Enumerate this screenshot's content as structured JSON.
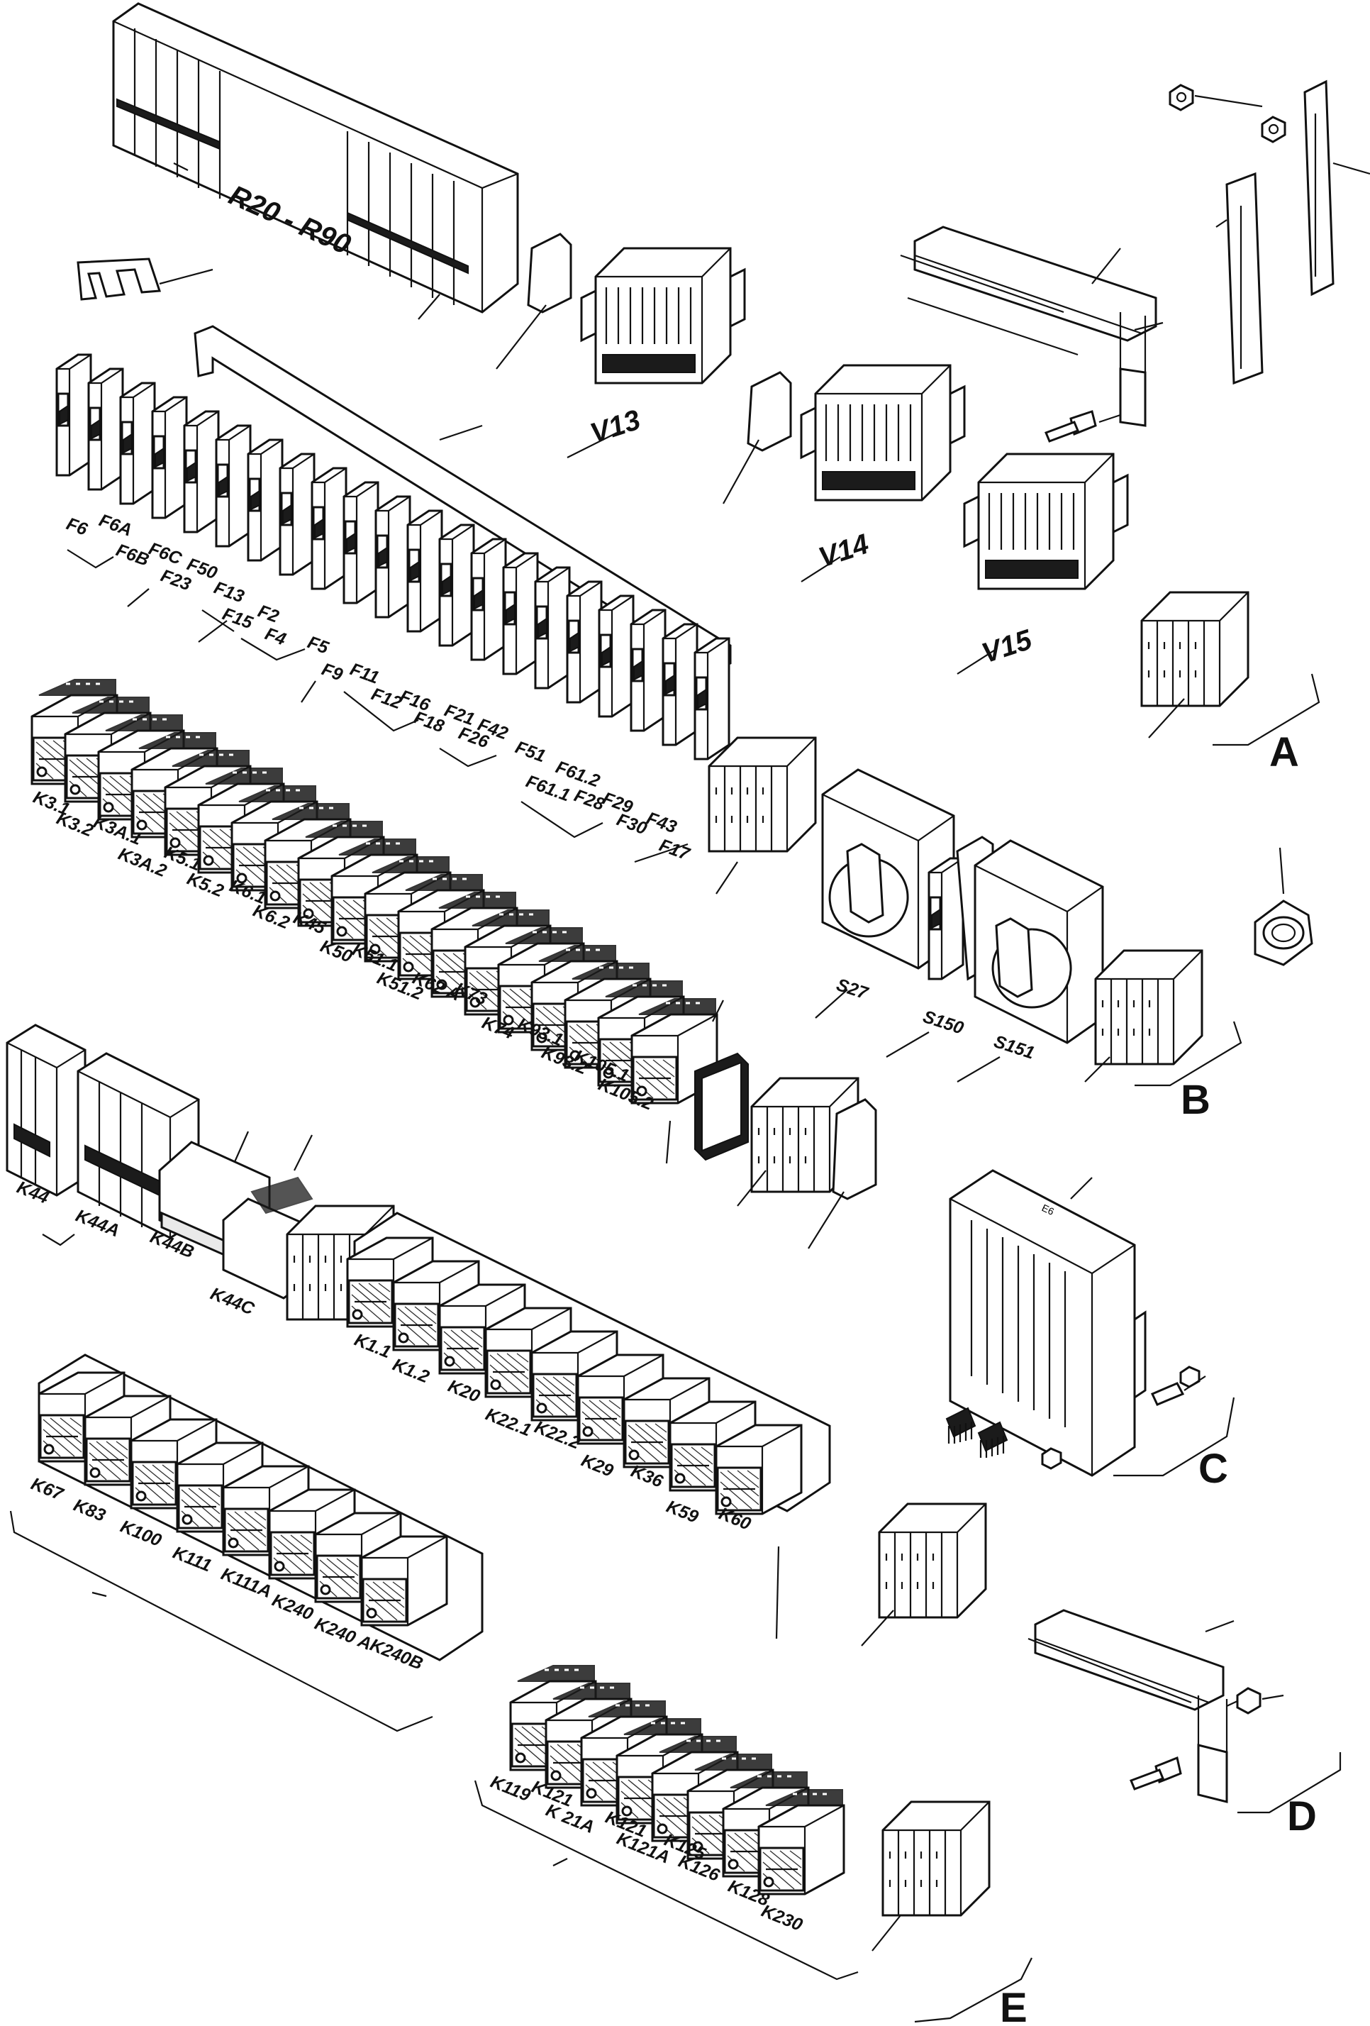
{
  "assembly_labels": {
    "a": "A",
    "b": "B",
    "c": "C",
    "d": "D",
    "e": "E"
  },
  "modules": {
    "rail_resistors": "R20 - R90",
    "v13": "V13",
    "v14": "V14",
    "v15": "V15",
    "control_unit": "E6"
  },
  "fuses": {
    "f6": "F6",
    "f6a": "F6A",
    "f6b": "F6B",
    "f6c": "F6C",
    "f50": "F50",
    "f23": "F23",
    "f13": "F13",
    "f15": "F15",
    "f2": "F2",
    "f4": "F4",
    "f5": "F5",
    "f9": "F9",
    "f11": "F11",
    "f12": "F12",
    "f16": "F16",
    "f18": "F18",
    "f21": "F21",
    "f26": "F26",
    "f42": "F42",
    "f51": "F51",
    "f61_2": "F61.2",
    "f61_1": "F61.1",
    "f28": "F28",
    "f29": "F29",
    "f30": "F30",
    "f43": "F43",
    "f17": "F17"
  },
  "relays_row1": {
    "k3_1": "K3.1",
    "k3_2": "K3.2",
    "k3a_1": "K3A.1",
    "k3a_2": "K3A.2",
    "k5_1": "K5.1",
    "k5_2": "K5.2",
    "k6_1": "K6.1",
    "k6_2": "K6.2",
    "k45": "K45",
    "k50": "K50",
    "k51_1": "K51.1",
    "k51_2": "K51.2",
    "k62a": "K62 A",
    "k73": "K73",
    "k74": "K74",
    "k93_1": "K93.1",
    "k93_2": "K93.2",
    "k105_1": "K105.1",
    "k105_2": "K105.2"
  },
  "switches": {
    "s27": "S27",
    "s150": "S150",
    "s151": "S151"
  },
  "contactors": {
    "k44": "K44",
    "k44a": "K44A",
    "k44b": "K44B",
    "k44c": "K44C"
  },
  "relays_row2": {
    "k1_1": "K1.1",
    "k1_2": "K1.2",
    "k20": "K20",
    "k22_1": "K22.1",
    "k22_2": "K22.2",
    "k29": "K29",
    "k36": "K36",
    "k59": "K59",
    "k60": "K60"
  },
  "relays_row3": {
    "k67": "K67",
    "k83": "K83",
    "k100": "K100",
    "k111": "K111",
    "k111a": "K111A",
    "k240": "K240",
    "k240a": "K240 A",
    "k240b": "K240B"
  },
  "relays_row4": {
    "k119": "K119",
    "k121": "K121",
    "k21a": "K 21A",
    "k121b": "K121",
    "k121a": "K121A",
    "k125": "K125",
    "k126": "K126",
    "k128": "K128",
    "k230": "K230"
  }
}
